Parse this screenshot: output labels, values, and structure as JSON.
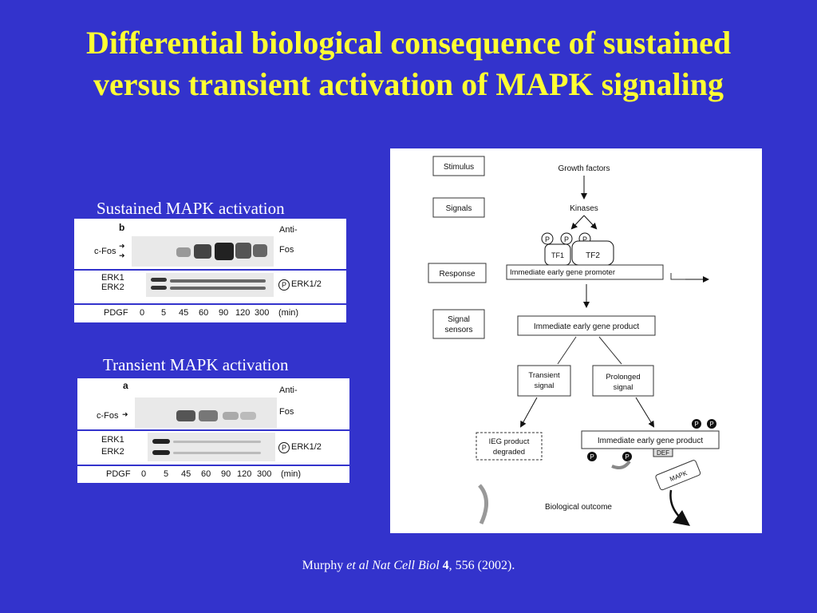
{
  "slide": {
    "title_line1": "Differential biological consequence of sustained",
    "title_line2": "versus transient activation of MAPK signaling"
  },
  "sustained": {
    "caption": "Sustained MAPK activation",
    "panel_letter": "b",
    "anti": "Anti-",
    "fos": "Fos",
    "cfos": "c-Fos",
    "erk1": "ERK1",
    "erk2": "ERK2",
    "perk": "ERK1/2",
    "p": "P",
    "pdgf": "PDGF",
    "times": [
      "0",
      "5",
      "45",
      "60",
      "90",
      "120",
      "300"
    ],
    "unit": "(min)"
  },
  "transient": {
    "caption": "Transient MAPK activation",
    "panel_letter": "a",
    "anti": "Anti-",
    "fos": "Fos",
    "cfos": "c-Fos",
    "erk1": "ERK1",
    "erk2": "ERK2",
    "perk": "ERK1/2",
    "p": "P",
    "pdgf": "PDGF",
    "times": [
      "0",
      "5",
      "45",
      "60",
      "90",
      "120",
      "300"
    ],
    "unit": "(min)"
  },
  "diagram": {
    "stimulus": "Stimulus",
    "signals": "Signals",
    "response": "Response",
    "signal_sensors_1": "Signal",
    "signal_sensors_2": "sensors",
    "growth_factors": "Growth factors",
    "kinases": "Kinases",
    "p": "P",
    "tf1": "TF1",
    "tf2": "TF2",
    "promoter": "Immediate early gene promoter",
    "ieg_product": "Immediate early gene product",
    "transient_1": "Transient",
    "transient_2": "signal",
    "prolonged_1": "Prolonged",
    "prolonged_2": "signal",
    "degraded_1": "IEG product",
    "degraded_2": "degraded",
    "ieg_product_2": "Immediate early gene product",
    "def": "DEF",
    "mapk": "MAPK",
    "outcome": "Biological outcome"
  },
  "citation": {
    "author": "Murphy",
    "etal": "et al",
    "journal": "Nat Cell Biol",
    "volume": "4",
    "rest": ", 556 (2002)."
  },
  "colors": {
    "background": "#3333cc",
    "title": "#ffff33",
    "caption": "#ffffff"
  }
}
